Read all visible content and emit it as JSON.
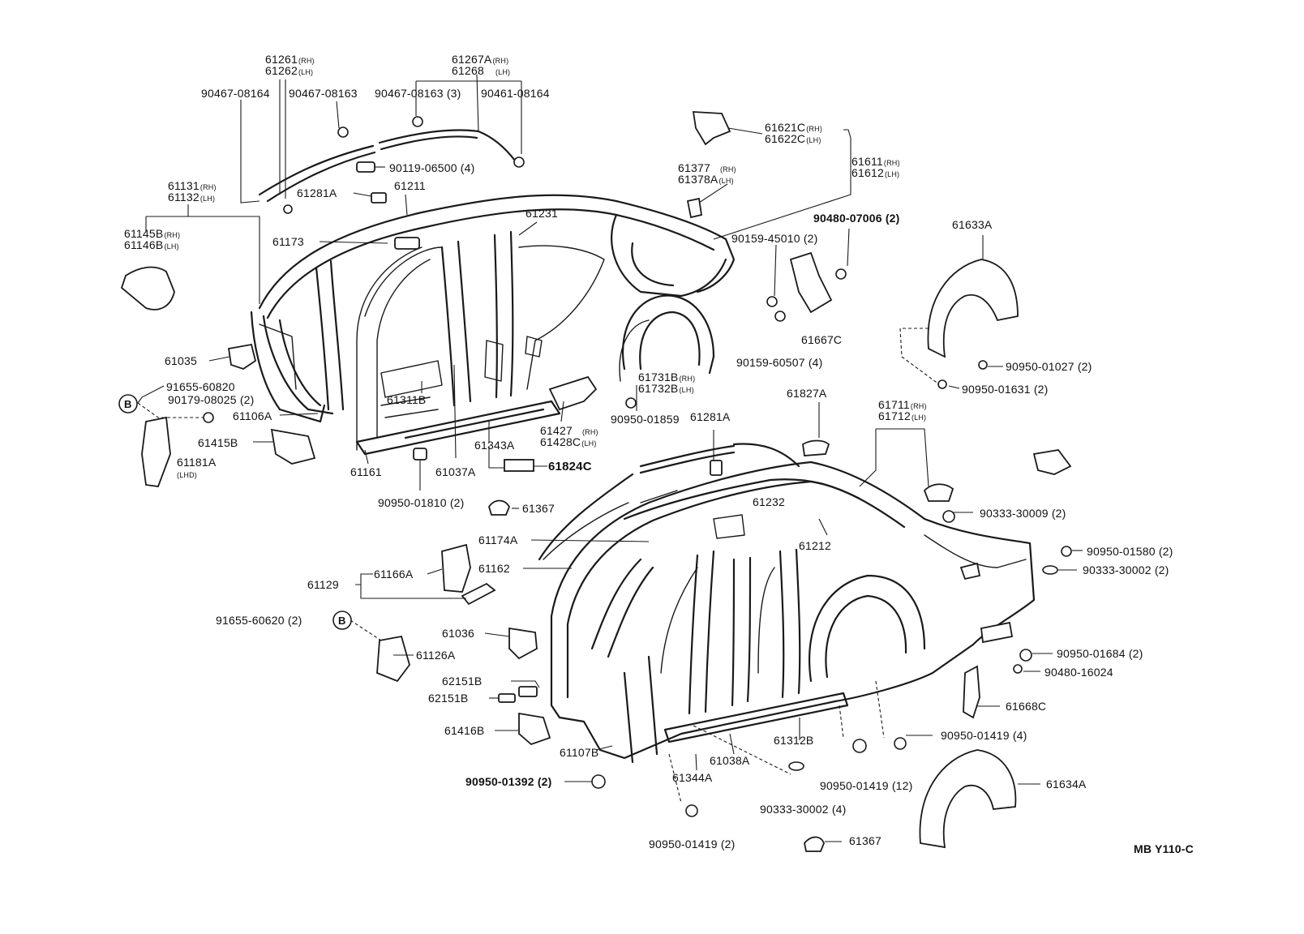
{
  "diagram": {
    "code": "MB Y110-C",
    "labels": {
      "l61261": "61261",
      "l61262": "61262",
      "l61267A": "61267A",
      "l61268": "61268",
      "l90467_08164": "90467-08164",
      "l90467_08163a": "90467-08163",
      "l90467_08163b": "90467-08163 (3)",
      "l90461_08164": "90461-08164",
      "l90119_06500": "90119-06500 (4)",
      "l61131": "61131",
      "l61132": "61132",
      "l61281A_top": "61281A",
      "l61211": "61211",
      "l61145B": "61145B",
      "l61146B": "61146B",
      "l61173": "61173",
      "l61231": "61231",
      "l61621C": "61621C",
      "l61622C": "61622C",
      "l61377": "61377",
      "l61378A": "61378A",
      "l61611": "61611",
      "l61612": "61612",
      "l90480_07006": "90480-07006 (2)",
      "l90159_45010": "90159-45010 (2)",
      "l61633A": "61633A",
      "l61667C": "61667C",
      "l90159_60507": "90159-60507 (4)",
      "l90950_01027": "90950-01027 (2)",
      "l90950_01631": "90950-01631 (2)",
      "l61035": "61035",
      "l91655_60820": "91655-60820",
      "l90179_08025": "90179-08025 (2)",
      "l61106A": "61106A",
      "l61311B": "61311B",
      "l61731B": "61731B",
      "l61732B": "61732B",
      "l61415B": "61415B",
      "l61181A": "61181A",
      "l61181A_sub": "(LHD)",
      "l61343A": "61343A",
      "l61427": "61427",
      "l61428C": "61428C",
      "l90950_01859": "90950-01859",
      "l61281A_mid": "61281A",
      "l61827A": "61827A",
      "l61711": "61711",
      "l61712": "61712",
      "l61161": "61161",
      "l61037A": "61037A",
      "l61824C": "61824C",
      "l90950_01810": "90950-01810 (2)",
      "l61367_top": "61367",
      "l61232": "61232",
      "l90333_30009": "90333-30009 (2)",
      "l61174A": "61174A",
      "l61212": "61212",
      "l90950_01580": "90950-01580 (2)",
      "l61162": "61162",
      "l90333_30002_r": "90333-30002 (2)",
      "l61129": "61129",
      "l61166A": "61166A",
      "l91655_60620": "91655-60620 (2)",
      "l61036": "61036",
      "l61126A": "61126A",
      "l90950_01684": "90950-01684 (2)",
      "l90480_16024": "90480-16024",
      "l62151B_a": "62151B",
      "l62151B_b": "62151B",
      "l61668C": "61668C",
      "l61416B": "61416B",
      "l61312B": "61312B",
      "l90950_01419_4": "90950-01419 (4)",
      "l61107B": "61107B",
      "l61038A": "61038A",
      "l90950_01392": "90950-01392 (2)",
      "l61344A": "61344A",
      "l90950_01419_12": "90950-01419 (12)",
      "l61634A": "61634A",
      "l90333_30002_b": "90333-30002 (4)",
      "l90950_01419_2": "90950-01419 (2)",
      "l61367_bot": "61367",
      "circle_B1": "B",
      "circle_B2": "B"
    },
    "side_marks": {
      "rh": "(RH)",
      "lh": "(LH)"
    }
  }
}
